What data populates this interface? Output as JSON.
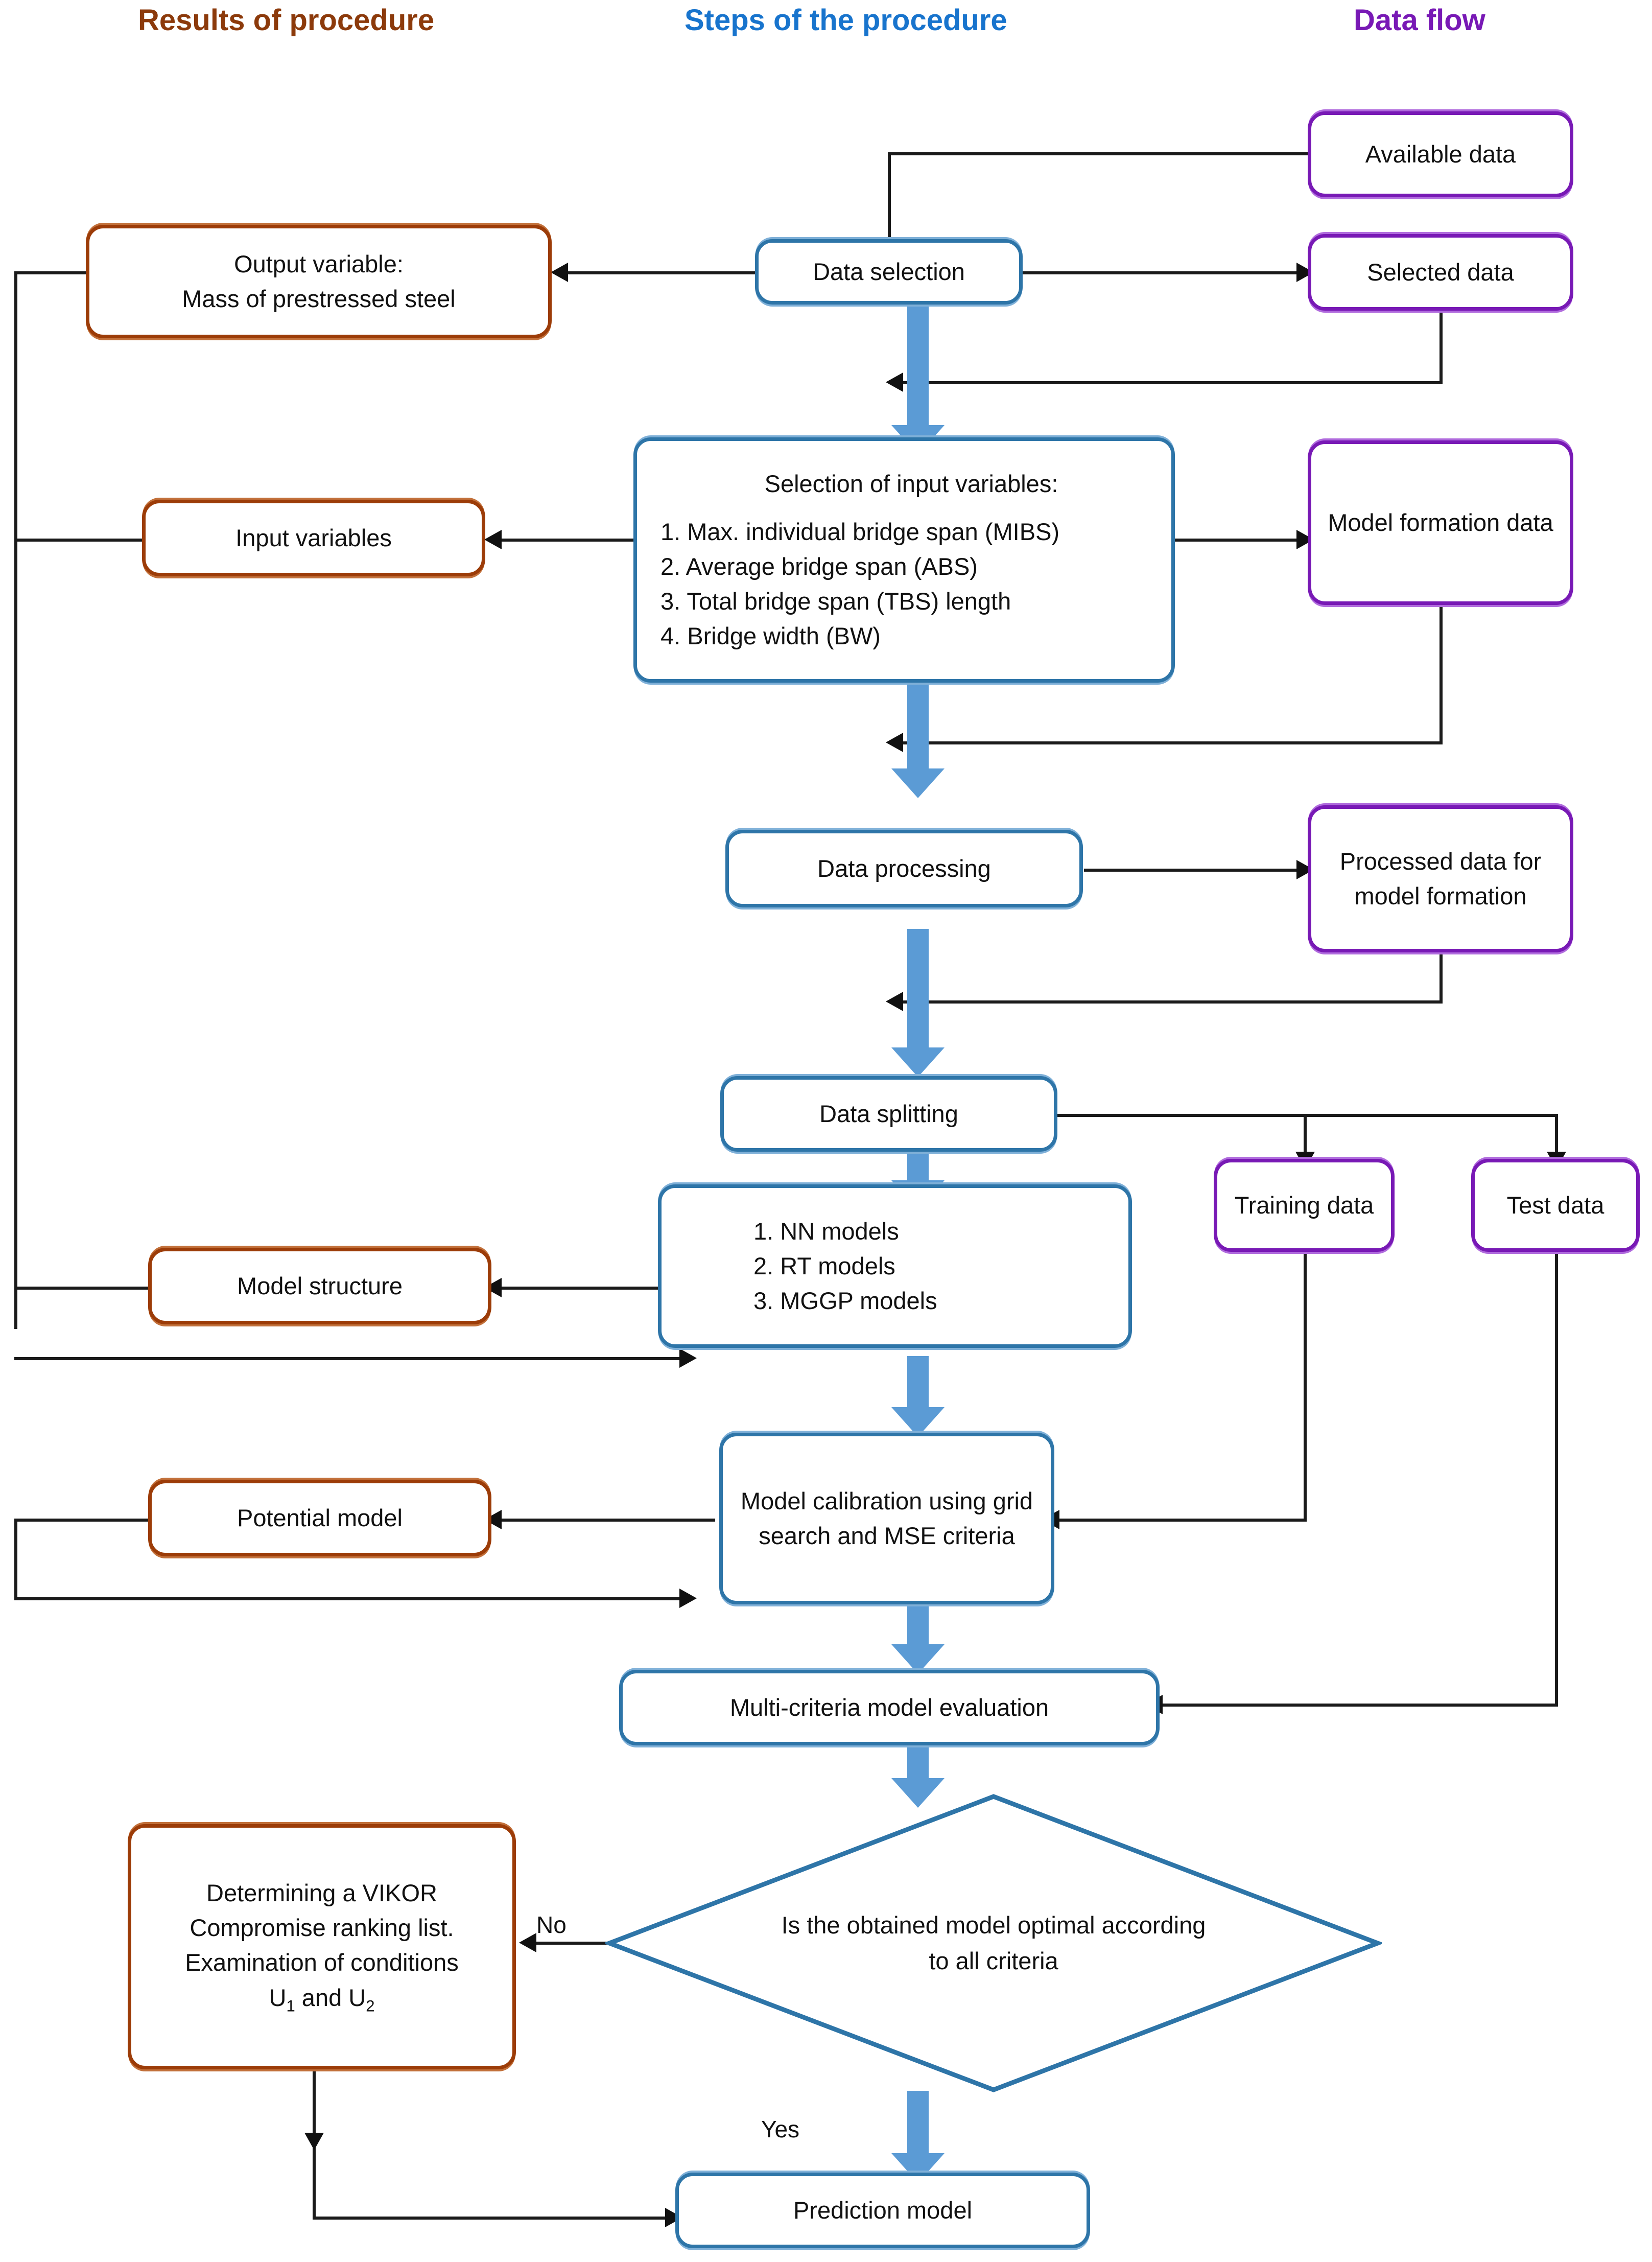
{
  "headers": {
    "results": "Results of procedure",
    "steps": "Steps of the procedure",
    "dataflow": "Data flow"
  },
  "colors": {
    "results_column": "#8C3A0B",
    "steps_column": "#1874CD",
    "dataflow_column": "#7819B5",
    "process_box_border": "#2E75A8",
    "data_box_border": "#7819B5",
    "result_box_border": "#9C3C08",
    "arrow_blue": "#5B9BD5",
    "connector_black": "#1a1a1a"
  },
  "steps": {
    "data_selection": "Data selection",
    "input_selection_title": "Selection of input variables:",
    "input_selection_items": [
      "1. Max. individual bridge span (MIBS)",
      "2. Average bridge span (ABS)",
      "3. Total bridge span (TBS) length",
      "4. Bridge width (BW)"
    ],
    "data_processing": "Data processing",
    "data_splitting": "Data splitting",
    "models_items": [
      "1. NN models",
      "2. RT models",
      "3. MGGP models"
    ],
    "model_calibration": "Model calibration using grid search and MSE criteria",
    "multicriteria_evaluation": "Multi-criteria model evaluation",
    "decision": "Is the obtained model optimal according  to all criteria",
    "prediction_model": "Prediction model"
  },
  "results": {
    "output_variable": "Output variable: Mass of prestressed steel",
    "output_variable_line1": "Output variable:",
    "output_variable_line2": "Mass of prestressed steel",
    "input_variables": "Input variables",
    "model_structure": "Model structure",
    "potential_model": "Potential model",
    "vikor_line1": "Determining a VIKOR",
    "vikor_line2": "Compromise ranking list.",
    "vikor_line3": "Examination of conditions",
    "vikor_line4_pre": "U",
    "vikor_line4_sub1": "1",
    "vikor_line4_mid": " and U",
    "vikor_line4_sub2": "2"
  },
  "dataflow": {
    "available_data": "Available data",
    "selected_data": "Selected data",
    "model_formation_data": "Model formation data",
    "processed_data": "Processed data for model formation",
    "training_data": "Training data",
    "test_data": "Test data"
  },
  "edge_labels": {
    "no": "No",
    "yes": "Yes"
  }
}
